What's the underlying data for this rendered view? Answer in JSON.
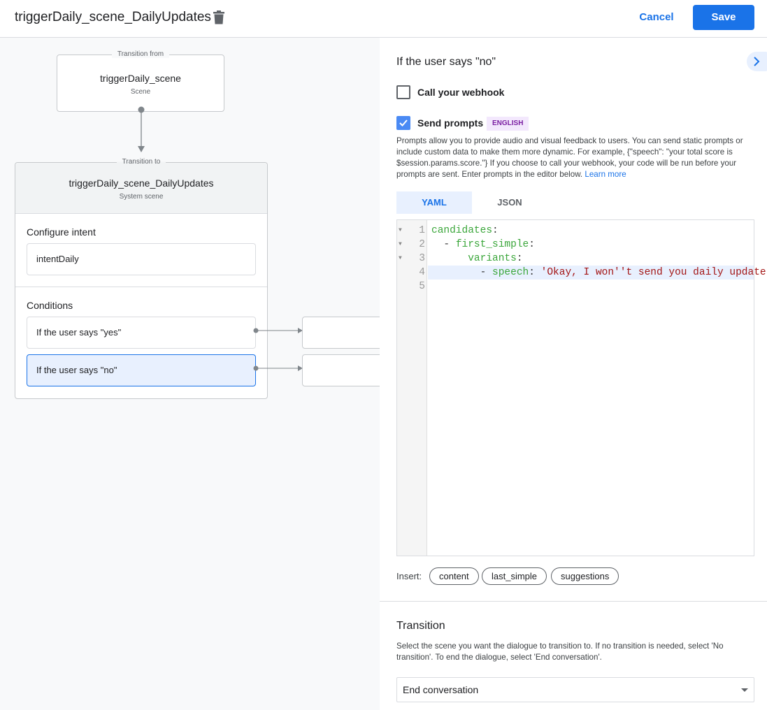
{
  "header": {
    "title": "triggerDaily_scene_DailyUpdates",
    "cancel": "Cancel",
    "save": "Save"
  },
  "canvas": {
    "from": {
      "legend": "Transition from",
      "name": "triggerDaily_scene",
      "type": "Scene"
    },
    "to": {
      "legend": "Transition to",
      "name": "triggerDaily_scene_DailyUpdates",
      "type": "System scene"
    },
    "intent_heading": "Configure intent",
    "intent": "intentDaily",
    "conditions_heading": "Conditions",
    "conditions": [
      "If the user says \"yes\"",
      "If the user says \"no\""
    ]
  },
  "panel": {
    "heading": "If the user says \"no\"",
    "webhook_label": "Call your webhook",
    "webhook_checked": false,
    "prompts_label": "Send prompts",
    "prompts_checked": true,
    "language_badge": "ENGLISH",
    "description": "Prompts allow you to provide audio and visual feedback to users. You can send static prompts or include custom data to make them more dynamic. For example, {\"speech\": \"your total score is $session.params.score.\"} If you choose to call your webhook, your code will be run before your prompts are sent. Enter prompts in the editor below.",
    "learn_more": "Learn more",
    "tabs": [
      "YAML",
      "JSON"
    ],
    "active_tab": "YAML",
    "code_lines": [
      [
        {
          "t": "k",
          "v": "candidates"
        },
        {
          "t": "p",
          "v": ":"
        }
      ],
      [
        {
          "t": "p",
          "v": "  - "
        },
        {
          "t": "k",
          "v": "first_simple"
        },
        {
          "t": "p",
          "v": ":"
        }
      ],
      [
        {
          "t": "p",
          "v": "      "
        },
        {
          "t": "k",
          "v": "variants"
        },
        {
          "t": "p",
          "v": ":"
        }
      ],
      [
        {
          "t": "p",
          "v": "        - "
        },
        {
          "t": "k",
          "v": "speech"
        },
        {
          "t": "p",
          "v": ": "
        },
        {
          "t": "s",
          "v": "'Okay, I won''t send you daily update"
        }
      ],
      []
    ],
    "insert_label": "Insert:",
    "insert_chips": [
      "content",
      "last_simple",
      "suggestions"
    ],
    "transition_heading": "Transition",
    "transition_desc": "Select the scene you want the dialogue to transition to. If no transition is needed, select 'No transition'. To end the dialogue, select 'End conversation'.",
    "transition_value": "End conversation"
  },
  "colors": {
    "accent": "#1a73e8",
    "selected": "#e8f0fe",
    "badge_bg": "#f3e8fd",
    "badge_text": "#7b1fa2"
  }
}
